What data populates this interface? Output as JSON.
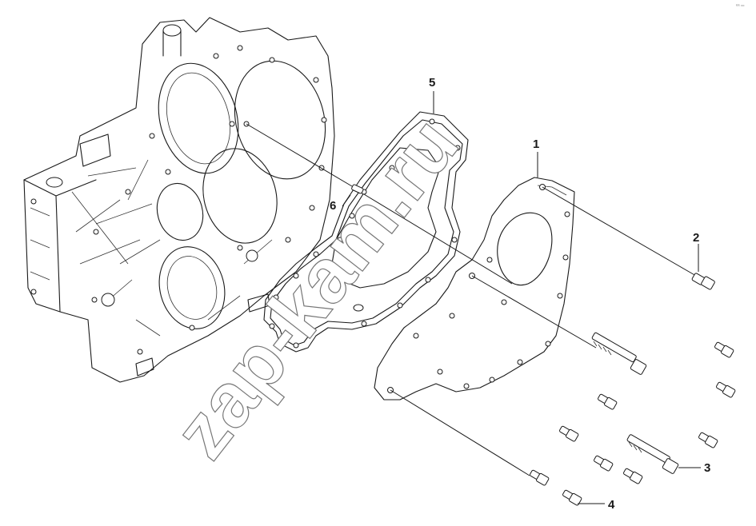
{
  "diagram": {
    "callouts": [
      {
        "id": "1",
        "label": "1"
      },
      {
        "id": "2",
        "label": "2"
      },
      {
        "id": "3",
        "label": "3"
      },
      {
        "id": "4",
        "label": "4"
      },
      {
        "id": "5",
        "label": "5"
      },
      {
        "id": "6",
        "label": "6"
      }
    ],
    "watermark": "zap-kam.ru",
    "corner_mark": "ᵉᵃ ═"
  },
  "colors": {
    "line": "#1a1a1a",
    "background": "#ffffff",
    "watermark_outline": "#777777"
  }
}
